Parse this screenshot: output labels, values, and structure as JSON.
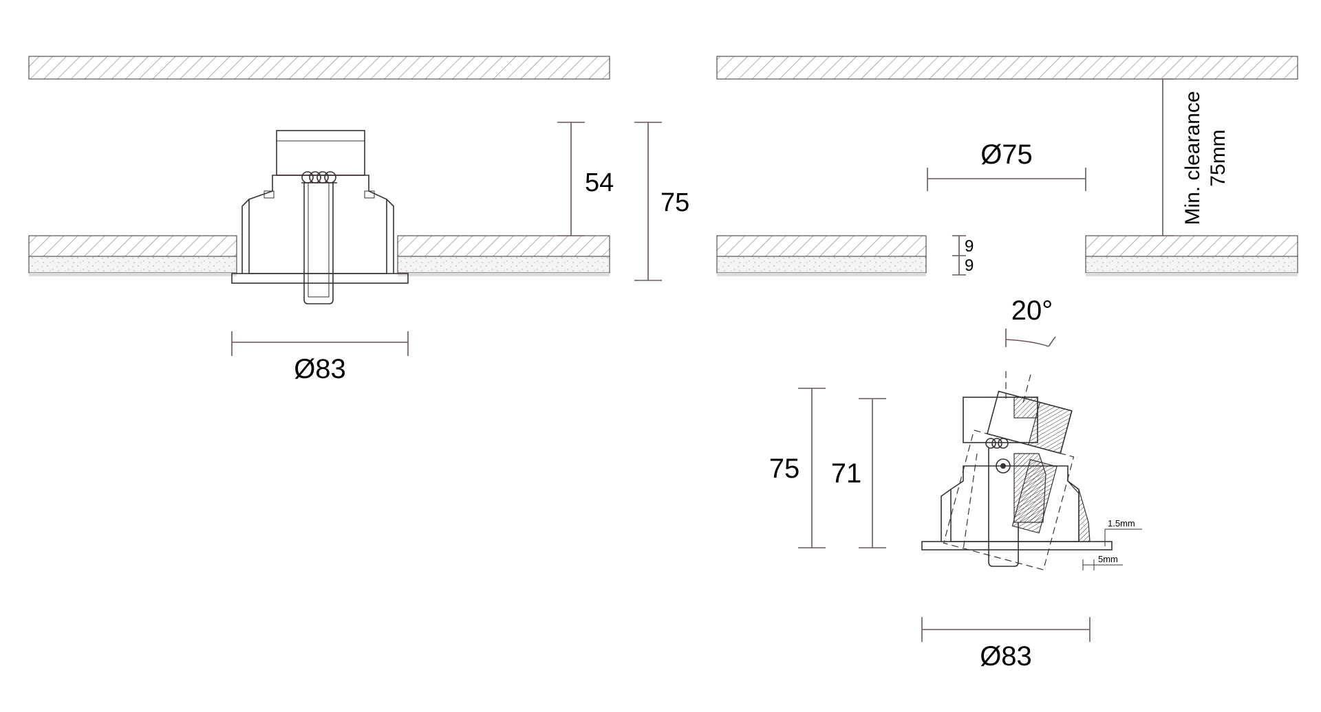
{
  "left_view": {
    "height_inner": "54",
    "height_total": "75",
    "diameter": "Ø83"
  },
  "right_view": {
    "cutout_diameter": "Ø75",
    "clearance_line1": "Min. clearance",
    "clearance_line2": "75mm",
    "board_top": "9",
    "board_bottom": "9"
  },
  "tilt_view": {
    "angle": "20°",
    "height_total": "75",
    "height_inner": "71",
    "bezel_thickness": "1.5mm",
    "bezel_offset": "5mm",
    "diameter": "Ø83"
  },
  "colors": {
    "line": "#3a3030",
    "dimension": "#6a5656",
    "hatch": "#8a8080",
    "speckle_band": "#e6e6e6"
  }
}
